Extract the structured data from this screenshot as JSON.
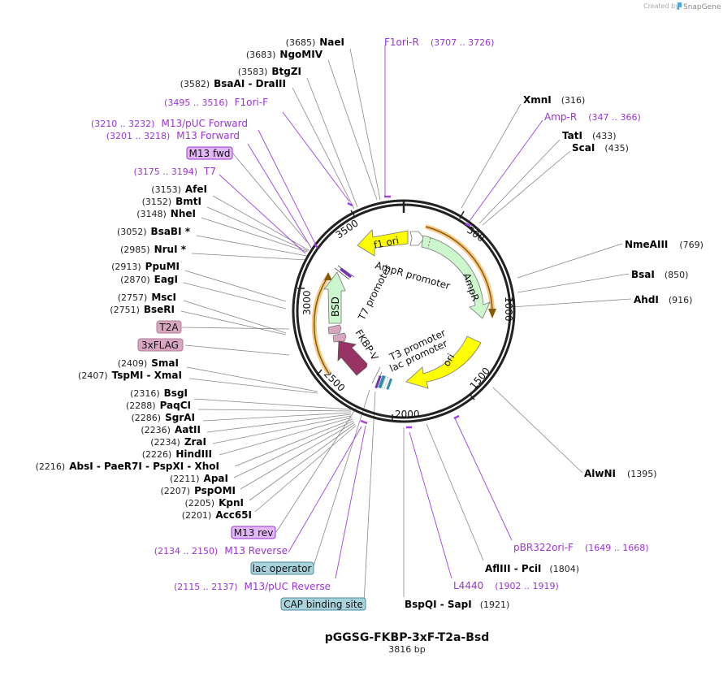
{
  "credit": {
    "prefix": "Created by",
    "brand": "SnapGene"
  },
  "plasmid": {
    "name": "pGGSG-FKBP-3xF-T2a-Bsd",
    "length_label": "3816 bp"
  },
  "ruler_ticks": [
    "500",
    "1000",
    "1500",
    "2000",
    "2500",
    "3000",
    "3500"
  ],
  "features": {
    "f1_ori": "f1 ori",
    "ampr_promoter": "AmpR promoter",
    "ampr": "AmpR",
    "ori": "ori",
    "t7_promoter": "T7 promoter",
    "bsd": "BSD",
    "fkbp": "FKBP-V",
    "t3_promoter": "T3 promoter",
    "lac_promoter": "lac promoter"
  },
  "boxed_labels": {
    "m13_fwd": "M13 fwd",
    "t2a": "T2A",
    "flag": "3xFLAG",
    "m13_rev": "M13 rev",
    "lac_operator": "lac operator",
    "cap_site": "CAP binding site"
  },
  "enzymes_left": [
    {
      "pos": "(3685)",
      "name": "NaeI"
    },
    {
      "pos": "(3683)",
      "name": "NgoMIV"
    },
    {
      "pos": "(3583)",
      "name": "BtgZI"
    },
    {
      "pos": "(3582)",
      "name": "BsaAI  - DraIII"
    },
    {
      "pos": "(3153)",
      "name": "AfeI"
    },
    {
      "pos": "(3152)",
      "name": "BmtI"
    },
    {
      "pos": "(3148)",
      "name": "NheI"
    },
    {
      "pos": "(3052)",
      "name": "BsaBI *"
    },
    {
      "pos": "(2985)",
      "name": "NruI *"
    },
    {
      "pos": "(2913)",
      "name": "PpuMI"
    },
    {
      "pos": "(2870)",
      "name": "EagI"
    },
    {
      "pos": "(2757)",
      "name": "MscI"
    },
    {
      "pos": "(2751)",
      "name": "BseRI"
    },
    {
      "pos": "(2409)",
      "name": "SmaI"
    },
    {
      "pos": "(2407)",
      "name": "TspMI  - XmaI"
    },
    {
      "pos": "(2316)",
      "name": "BsgI"
    },
    {
      "pos": "(2288)",
      "name": "PaqCI"
    },
    {
      "pos": "(2286)",
      "name": "SgrAI"
    },
    {
      "pos": "(2236)",
      "name": "AatII"
    },
    {
      "pos": "(2234)",
      "name": "ZraI"
    },
    {
      "pos": "(2226)",
      "name": "HindIII"
    },
    {
      "pos": "(2216)",
      "name": "AbsI  - PaeR7I  - PspXI  - XhoI"
    },
    {
      "pos": "(2211)",
      "name": "ApaI"
    },
    {
      "pos": "(2207)",
      "name": "PspOMI"
    },
    {
      "pos": "(2205)",
      "name": "KpnI"
    },
    {
      "pos": "(2201)",
      "name": "Acc65I"
    }
  ],
  "enzymes_right": [
    {
      "name": "XmnI",
      "pos": "(316)"
    },
    {
      "name": "TatI",
      "pos": "(433)"
    },
    {
      "name": "ScaI",
      "pos": "(435)"
    },
    {
      "name": "NmeAIII",
      "pos": "(769)"
    },
    {
      "name": "BsaI",
      "pos": "(850)"
    },
    {
      "name": "AhdI",
      "pos": "(916)"
    },
    {
      "name": "AlwNI",
      "pos": "(1395)"
    },
    {
      "name": "AflIII  - PciI",
      "pos": "(1804)"
    },
    {
      "name": "BspQI  - SapI",
      "pos": "(1921)"
    }
  ],
  "primers": [
    {
      "name": "F1ori-R",
      "range": "(3707 .. 3726)"
    },
    {
      "name": "F1ori-F",
      "range": "(3495 .. 3516)"
    },
    {
      "name": "M13/pUC Forward",
      "range": "(3210 .. 3232)"
    },
    {
      "name": "M13 Forward",
      "range": "(3201 .. 3218)"
    },
    {
      "name": "T7",
      "range": "(3175 .. 3194)"
    },
    {
      "name": "Amp-R",
      "range": "(347 .. 366)"
    },
    {
      "name": "pBR322ori-F",
      "range": "(1649 .. 1668)"
    },
    {
      "name": "L4440",
      "range": "(1902 .. 1919)"
    },
    {
      "name": "M13 Reverse",
      "range": "(2134 .. 2150)"
    },
    {
      "name": "M13/pUC Reverse",
      "range": "(2115 .. 2137)"
    }
  ],
  "colors": {
    "primer": "#9a33d6",
    "feature_green": "#ccf7cc",
    "feature_yellow": "#ffff00",
    "fkbp": "#993366",
    "tag_pink": "#d9a6bf",
    "orf_orange": "#f5c98a",
    "lac_teal": "#2e8fa3",
    "box_purple": "#e1b8f5",
    "box_teal": "#a8d2dc"
  }
}
